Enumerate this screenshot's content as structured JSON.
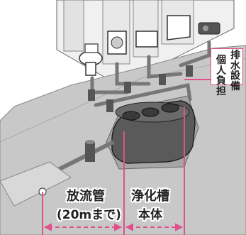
{
  "labels": {
    "drain_pipe": "放流管",
    "drain_pipe_note": "(20mまで)",
    "tank_body_1": "浄化槽",
    "tank_body_2": "本体",
    "burden_col1": "排水設備",
    "burden_col2": "個人負担"
  },
  "colors": {
    "accent": "#e0508a",
    "ground": "#c8c8c8",
    "wall": "#ececec",
    "tank": "#5a5a5a"
  }
}
